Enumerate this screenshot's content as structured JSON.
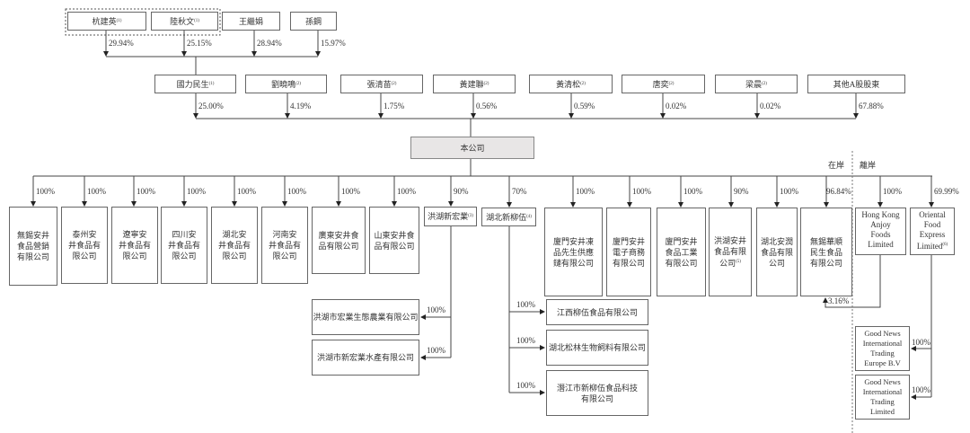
{
  "top_shareholders": [
    {
      "name": "杭建英",
      "note": "(1)",
      "pct": "29.94%"
    },
    {
      "name": "陸秋文",
      "note": "(1)",
      "pct": "25.15%"
    },
    {
      "name": "王繼娟",
      "note": "",
      "pct": "28.94%"
    },
    {
      "name": "孫鋼",
      "note": "",
      "pct": "15.97%"
    }
  ],
  "shareholders": [
    {
      "name": "國力民生",
      "note": "(1)",
      "pct": "25.00%"
    },
    {
      "name": "劉曉鳴",
      "note": "(2)",
      "pct": "4.19%"
    },
    {
      "name": "張清苗",
      "note": "(2)",
      "pct": "1.75%"
    },
    {
      "name": "黃建聯",
      "note": "(2)",
      "pct": "0.56%"
    },
    {
      "name": "黃清松",
      "note": "(2)",
      "pct": "0.59%"
    },
    {
      "name": "唐奕",
      "note": "(2)",
      "pct": "0.02%"
    },
    {
      "name": "梁晨",
      "note": "(2)",
      "pct": "0.02%"
    },
    {
      "name": "其他A股股東",
      "note": "",
      "pct": "67.88%"
    }
  ],
  "company": "本公司",
  "region_labels": {
    "onshore": "在岸",
    "offshore": "離岸"
  },
  "subsidiaries": [
    {
      "name": "無錫安井\n食品營銷\n有限公司",
      "note": "",
      "pct": "100%"
    },
    {
      "name": "泰州安\n井食品有\n限公司",
      "note": "",
      "pct": "100%"
    },
    {
      "name": "遼寧安\n井食品有\n限公司",
      "note": "",
      "pct": "100%"
    },
    {
      "name": "四川安\n井食品有\n限公司",
      "note": "",
      "pct": "100%"
    },
    {
      "name": "湖北安\n井食品有\n限公司",
      "note": "",
      "pct": "100%"
    },
    {
      "name": "河南安\n井食品有\n限公司",
      "note": "",
      "pct": "100%"
    },
    {
      "name": "廣東安井食\n品有限公司",
      "note": "",
      "pct": "100%"
    },
    {
      "name": "山東安井食\n品有限公司",
      "note": "",
      "pct": "100%"
    },
    {
      "name": "洪湖新宏業",
      "note": "(3)",
      "pct": "90%"
    },
    {
      "name": "湖北新柳伍",
      "note": "(4)",
      "pct": "70%"
    },
    {
      "name": "廈門安井凍\n品先生供應\n鏈有限公司",
      "note": "",
      "pct": "100%"
    },
    {
      "name": "廈門安井\n電子商務\n有限公司",
      "note": "",
      "pct": "100%"
    },
    {
      "name": "廈門安井\n食品工業\n有限公司",
      "note": "",
      "pct": "100%"
    },
    {
      "name": "洪湖安井\n食品有限\n公司",
      "note": "(5)",
      "pct": "90%"
    },
    {
      "name": "湖北安潤\n食品有限\n公司",
      "note": "",
      "pct": "100%"
    },
    {
      "name": "無錫華順\n民生食品\n有限公司",
      "note": "",
      "pct": "96.84%"
    },
    {
      "name": "Hong Kong\nAnjoy\nFoods\nLimited",
      "note": "",
      "pct": "100%"
    },
    {
      "name": "Oriental\nFood\nExpress\nLimited",
      "note": "(6)",
      "pct": "69.99%"
    }
  ],
  "hongye_subs": [
    {
      "name": "洪湖市宏業生態農業有限公司",
      "pct": "100%"
    },
    {
      "name": "洪湖市新宏業水產有限公司",
      "pct": "100%"
    }
  ],
  "liuwu_subs": [
    {
      "name": "江西柳伍食品有限公司",
      "pct": "100%"
    },
    {
      "name": "湖北松林生物飼料有限公司",
      "pct": "100%"
    },
    {
      "name": "潛江市新柳伍食品科技\n有限公司",
      "pct": "100%"
    }
  ],
  "huashun_cross": {
    "pct": "3.16%"
  },
  "goodnews_subs": [
    {
      "name": "Good News\nInternational\nTrading\nEurope B.V",
      "pct": "100%"
    },
    {
      "name": "Good News\nInternational\nTrading\nLimited",
      "pct": "100%"
    }
  ]
}
